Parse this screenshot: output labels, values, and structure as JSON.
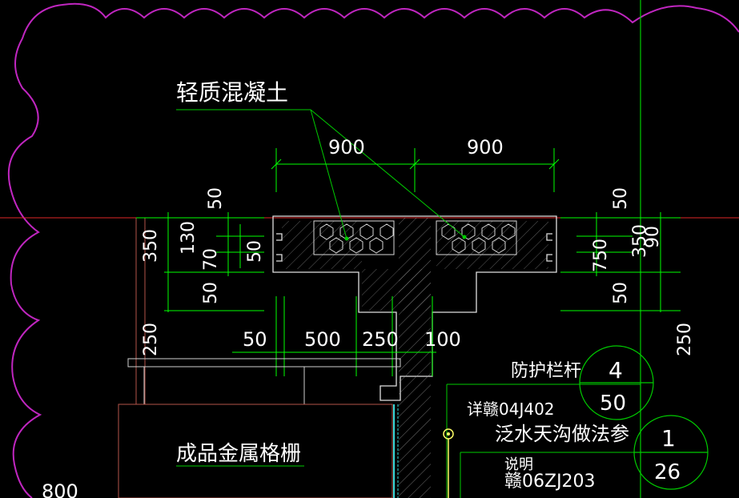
{
  "labels": {
    "material_label": "轻质混凝土",
    "grille_label": "成品金属格栅",
    "railing_label": "防护栏杆",
    "railing_ref": "详赣04J402",
    "drain_label": "泛水天沟做法参",
    "drain_ref": "赣06ZJ203",
    "drain_ref_overlap": "说明"
  },
  "dimensions": {
    "top_left": "900",
    "top_right": "900",
    "left_50_top": "50",
    "left_350": "350",
    "left_130": "130",
    "left_70": "70",
    "left_50_mid": "50",
    "left_50_bottom": "50",
    "left_250": "250",
    "bottom_50": "50",
    "bottom_500": "500",
    "bottom_250": "250",
    "bottom_100": "100",
    "right_50_top": "50",
    "right_750": "750",
    "right_350": "350",
    "right_90": "90",
    "right_50_bottom": "50",
    "right_250": "250",
    "bottom_left_800": "800"
  },
  "detail_refs": [
    {
      "number": "4",
      "sheet": "50"
    },
    {
      "number": "1",
      "sheet": "26"
    }
  ],
  "colors": {
    "background": "#000000",
    "cloud": "#c026c0",
    "dimension": "#00ff00",
    "structure": "#ffffff",
    "axis": "#e02828",
    "hatch": "#bfbfbf",
    "leader": "#00cc00",
    "outline_brown": "#b4554a",
    "cyan": "#38d8d8"
  }
}
